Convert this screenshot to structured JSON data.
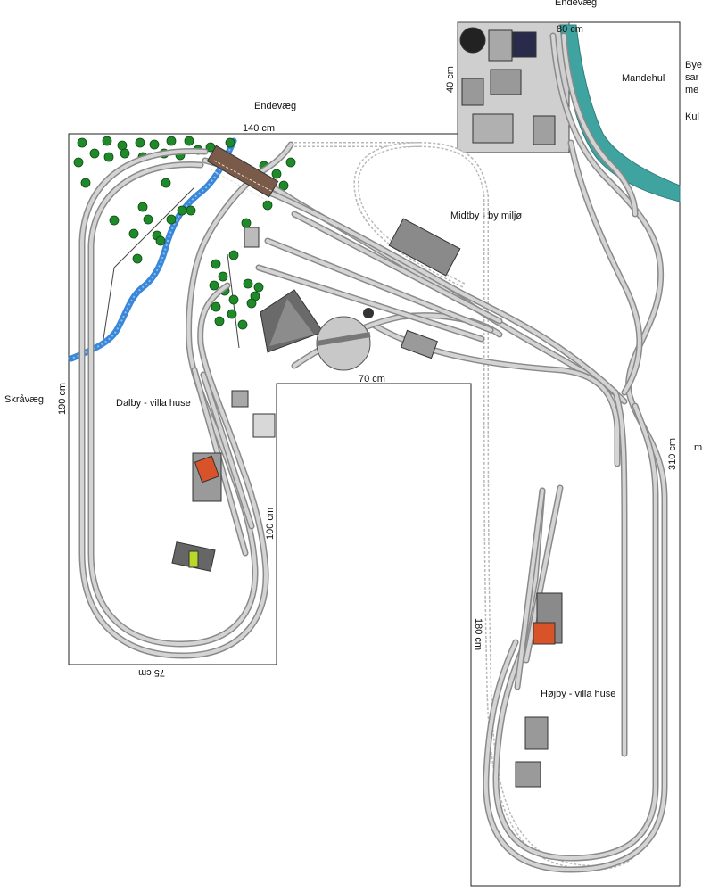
{
  "labels": {
    "endevaeg_top": "Endevæg",
    "endevaeg_left": "Endevæg",
    "width_140": "140 cm",
    "height_40": "40 cm",
    "mandehul": "Mandehul",
    "midtby": "Midtby - by miljø",
    "dalby": "Dalby - villa huse",
    "hojby": "Højby - villa huse",
    "skraavaeg": "Skråvæg",
    "left_190": "190 cm",
    "width_70": "70 cm",
    "width_100": "100 cm",
    "bottom_75": "75 cm",
    "mid_180": "180 cm",
    "right_310": "310 cm",
    "corner_80": "80 cm",
    "right_cut_1": "Bye",
    "right_cut_2": "sar",
    "right_cut_3": "me",
    "right_cut_4": "Kul",
    "right_cut_5": "m"
  },
  "colors": {
    "water": "#3a86d8",
    "harbour": "#3fa3a0",
    "tree": "#1f8a2a",
    "red_roof": "#d9532a",
    "lime": "#b8d82a",
    "track_outer": "#8a8a8a",
    "track_inner": "#d4d4d4",
    "industry_area": "#cfcfcf"
  }
}
